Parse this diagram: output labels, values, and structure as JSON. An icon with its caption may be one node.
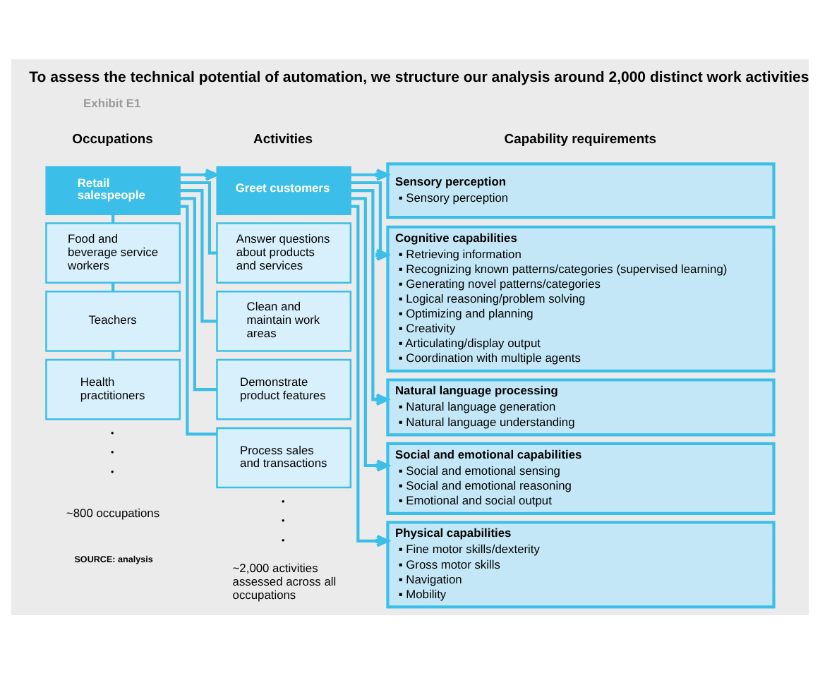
{
  "diagram": {
    "title": "To assess the technical potential of automation, we structure our analysis around 2,000 distinct work activities",
    "nodes": [
      {
        "text": [
          "Retail salespeople"
        ]
      },
      {
        "text": [
          "Food and beverage service workers"
        ]
      },
      {
        "text": [
          "Teachers"
        ]
      },
      {
        "text": [
          "Health practitioners"
        ]
      },
      {
        "text": [
          "Greet customers"
        ]
      },
      {
        "text": [
          "Answer questions about products and services"
        ]
      },
      {
        "text": [
          "Clean and maintain work areas"
        ]
      },
      {
        "text": [
          "Demonstrate product features"
        ]
      },
      {
        "text": [
          "Process sales and transactions"
        ]
      },
      {
        "text": [
          "Sensory perception",
          "▪ Sensory perception"
        ]
      },
      {
        "text": [
          "Cognitive capabilities",
          "▪ Retrieving information",
          "▪ Recognizing known patterns/categories (supervised learning)",
          "▪ Generating novel patterns/categories",
          "▪ Logical reasoning/problem solving",
          "▪ Optimizing and planning",
          "▪ Creativity",
          "▪ Articulating/display output",
          "▪ Coordination with multiple agents"
        ]
      },
      {
        "text": [
          "Natural language processing",
          "▪ Natural language generation",
          "▪ Natural language understanding"
        ]
      },
      {
        "text": [
          "Social and emotional capabilities",
          "▪ Social and emotional sensing",
          "▪ Social and emotional reasoning",
          "▪ Emotional and social output"
        ]
      },
      {
        "text": [
          "Physical capabilities",
          "▪ Fine motor skills/dexterity",
          "▪ Gross motor skills",
          "▪ Navigation",
          "▪ Mobility"
        ]
      }
    ],
    "edges": [
      {
        "from": 0,
        "to": 1,
        "arrow": "none"
      },
      {
        "from": 1,
        "to": 2,
        "arrow": "none"
      },
      {
        "from": 2,
        "to": 3,
        "arrow": "none"
      },
      {
        "from": 0,
        "to": 4,
        "arrow": "to"
      },
      {
        "from": 0,
        "to": 5,
        "arrow": "none"
      },
      {
        "from": 0,
        "to": 6,
        "arrow": "none"
      },
      {
        "from": 0,
        "to": 7,
        "arrow": "none"
      },
      {
        "from": 0,
        "to": 8,
        "arrow": "none"
      },
      {
        "from": 4,
        "to": 9,
        "arrow": "to"
      },
      {
        "from": 4,
        "to": 10,
        "arrow": "to"
      },
      {
        "from": 4,
        "to": 11,
        "arrow": "to"
      },
      {
        "from": 4,
        "to": 12,
        "arrow": "to"
      },
      {
        "from": 4,
        "to": 13,
        "arrow": "to"
      }
    ],
    "labels": [
      "Exhibit E1",
      "Occupations",
      "Activities",
      "Capability requirements",
      "•",
      "•",
      "•",
      "~800 occupations",
      "•",
      "•",
      "•",
      "~2,000 activities assessed across all occupations",
      "SOURCE: analysis"
    ]
  }
}
